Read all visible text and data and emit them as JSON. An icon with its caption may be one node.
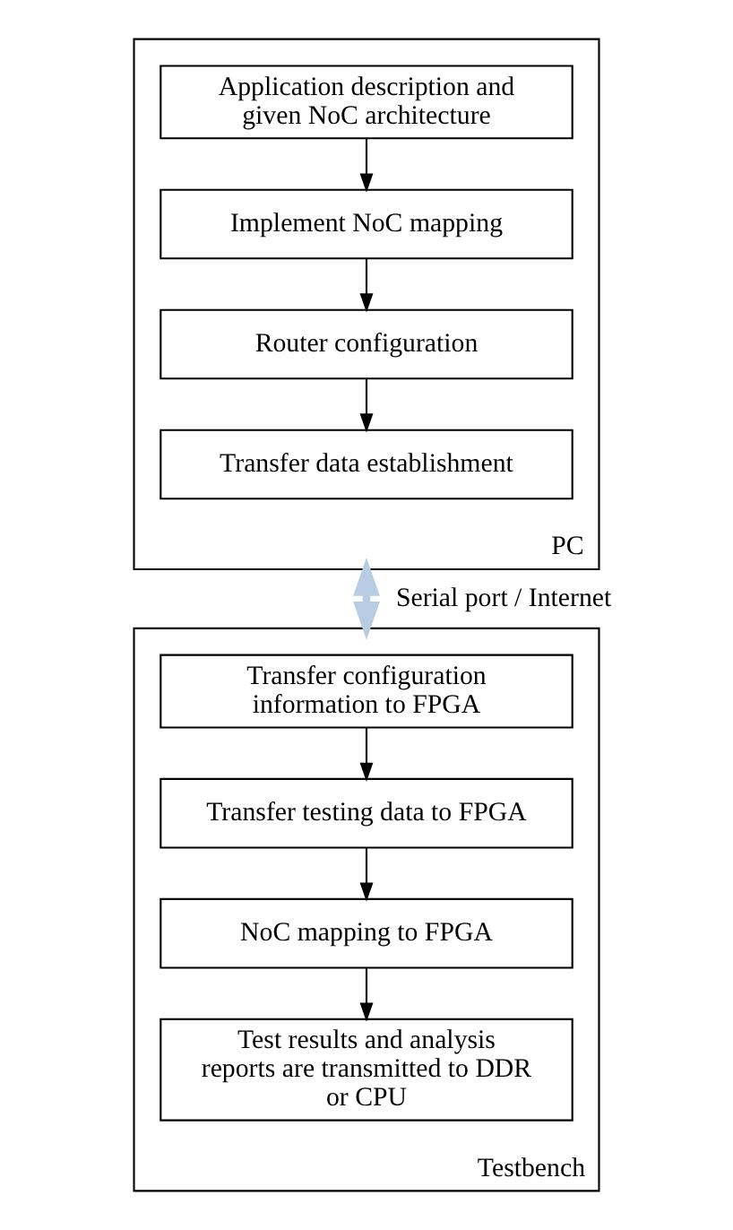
{
  "diagram": {
    "nodes": [
      {
        "text": [
          "PC"
        ]
      },
      {
        "text": [
          "Application description and given NoC architecture"
        ],
        "in": 0
      },
      {
        "text": [
          "Implement NoC mapping"
        ],
        "in": 0
      },
      {
        "text": [
          "Router configuration"
        ],
        "in": 0
      },
      {
        "text": [
          "Transfer data establishment"
        ],
        "in": 0
      },
      {
        "text": [
          "Testbench"
        ]
      },
      {
        "text": [
          "Transfer configuration information to FPGA"
        ],
        "in": 5
      },
      {
        "text": [
          "Transfer testing data to FPGA"
        ],
        "in": 5
      },
      {
        "text": [
          "NoC mapping to FPGA"
        ],
        "in": 5
      },
      {
        "text": [
          "Test results and analysis reports are transmitted to DDR or CPU"
        ],
        "in": 5
      }
    ],
    "edges": [
      {
        "from": 1,
        "to": 2,
        "arrow": "to"
      },
      {
        "from": 2,
        "to": 3,
        "arrow": "to"
      },
      {
        "from": 3,
        "to": 4,
        "arrow": "to"
      },
      {
        "from": 0,
        "to": 5,
        "arrow": "both",
        "label": "Serial port / Internet",
        "style": "thick",
        "color": "#b8cce4"
      },
      {
        "from": 6,
        "to": 7,
        "arrow": "to"
      },
      {
        "from": 7,
        "to": 8,
        "arrow": "to"
      },
      {
        "from": 8,
        "to": 9,
        "arrow": "to"
      }
    ]
  }
}
